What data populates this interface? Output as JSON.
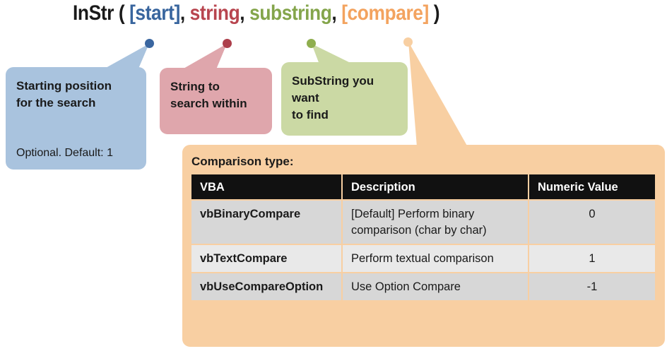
{
  "signature": {
    "prefix": "InStr ( ",
    "start": "[start]",
    "sep1": ", ",
    "string": "string",
    "sep2": ", ",
    "substring": "substring",
    "sep3": ", ",
    "compare": "[compare]",
    "suffix": " )"
  },
  "callouts": {
    "start": {
      "heading": "Starting position\nfor the search",
      "note": "Optional. Default: 1",
      "bubble_color": "#a9c3de",
      "dot_color": "#3a66a0"
    },
    "string": {
      "heading": "String to\nsearch within",
      "bubble_color": "#dfa6ac",
      "dot_color": "#ad3f4b"
    },
    "substring": {
      "heading": "SubString you want\nto find",
      "bubble_color": "#cbd9a4",
      "dot_color": "#8fae4e"
    },
    "compare": {
      "heading": "Comparison type:",
      "bubble_color": "#f8cfa2",
      "dot_color": "#f8cfa2"
    }
  },
  "table": {
    "headers": [
      "VBA",
      "Description",
      "Numeric Value"
    ],
    "rows": [
      {
        "vba": "vbBinaryCompare",
        "description": "[Default] Perform binary comparison (char by char)",
        "value": "0"
      },
      {
        "vba": "vbTextCompare",
        "description": "Perform textual comparison",
        "value": "1"
      },
      {
        "vba": "vbUseCompareOption",
        "description": "Use Option Compare",
        "value": "-1"
      }
    ]
  },
  "colors": {
    "title_start": "#38659e",
    "title_string": "#b8454f",
    "title_substring": "#84a54b",
    "title_compare": "#f3a35f",
    "table_header_bg": "#111111",
    "table_row_dark": "#d7d7d7",
    "table_row_light": "#e9e9e9"
  }
}
